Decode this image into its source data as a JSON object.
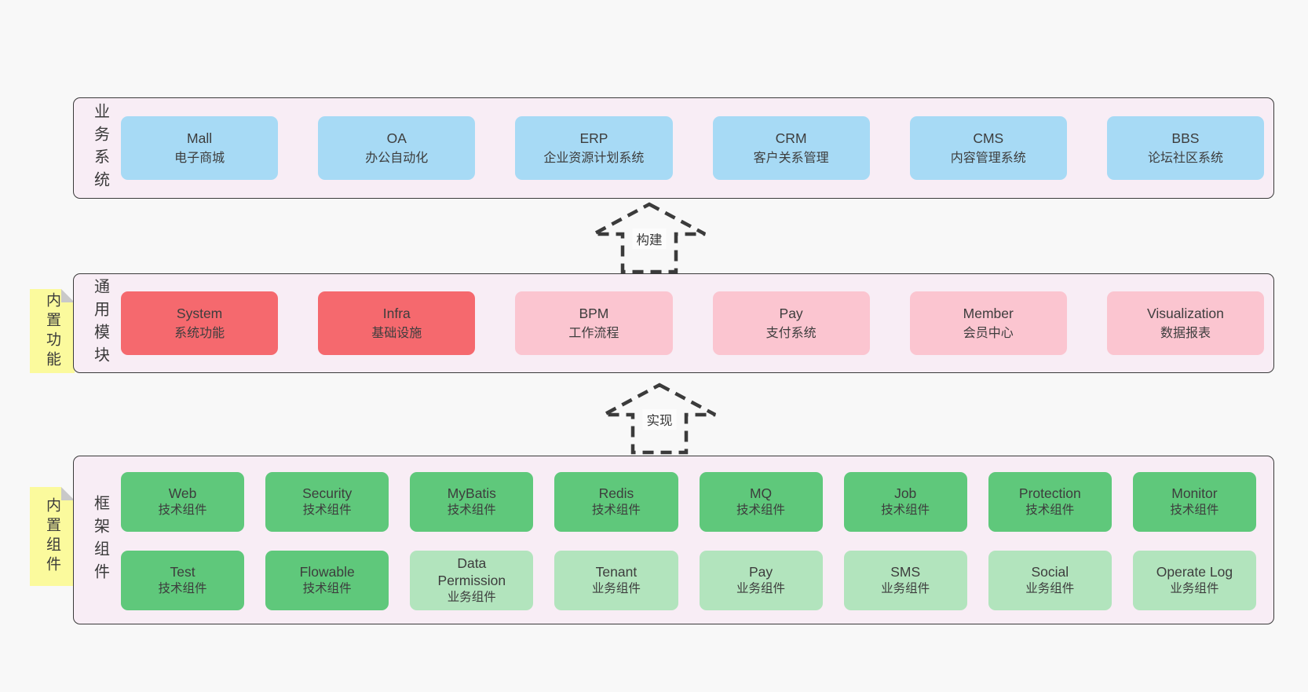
{
  "palette": {
    "page_bg": "#f8f8f8",
    "band_bg": "#f8edf5",
    "band_border": "#3a3a3a",
    "blue": "#a7daf5",
    "red": "#f5696e",
    "pink": "#fbc5d0",
    "green": "#5fc87b",
    "light_green": "#b2e4bd",
    "note_yellow": "#fbfa9d",
    "fold_gray": "#c9c9c9",
    "text": "#3d3d3d"
  },
  "arrows": [
    {
      "label": "构建"
    },
    {
      "label": "实现"
    }
  ],
  "bands": {
    "business": {
      "label": "业务系统",
      "items": [
        {
          "name": "Mall",
          "subtitle": "电子商城",
          "variant": "blue"
        },
        {
          "name": "OA",
          "subtitle": "办公自动化",
          "variant": "blue"
        },
        {
          "name": "ERP",
          "subtitle": "企业资源计划系统",
          "variant": "blue"
        },
        {
          "name": "CRM",
          "subtitle": "客户关系管理",
          "variant": "blue"
        },
        {
          "name": "CMS",
          "subtitle": "内容管理系统",
          "variant": "blue"
        },
        {
          "name": "BBS",
          "subtitle": "论坛社区系统",
          "variant": "blue"
        }
      ]
    },
    "modules": {
      "label": "通用模块",
      "note": "内置功能",
      "items": [
        {
          "name": "System",
          "subtitle": "系统功能",
          "variant": "red"
        },
        {
          "name": "Infra",
          "subtitle": "基础设施",
          "variant": "red"
        },
        {
          "name": "BPM",
          "subtitle": "工作流程",
          "variant": "pink"
        },
        {
          "name": "Pay",
          "subtitle": "支付系统",
          "variant": "pink"
        },
        {
          "name": "Member",
          "subtitle": "会员中心",
          "variant": "pink"
        },
        {
          "name": "Visualization",
          "subtitle": "数据报表",
          "variant": "pink"
        }
      ]
    },
    "components": {
      "label": "框架组件",
      "note": "内置组件",
      "items": [
        {
          "name": "Web",
          "subtitle": "技术组件",
          "variant": "green"
        },
        {
          "name": "Security",
          "subtitle": "技术组件",
          "variant": "green"
        },
        {
          "name": "MyBatis",
          "subtitle": "技术组件",
          "variant": "green"
        },
        {
          "name": "Redis",
          "subtitle": "技术组件",
          "variant": "green"
        },
        {
          "name": "MQ",
          "subtitle": "技术组件",
          "variant": "green"
        },
        {
          "name": "Job",
          "subtitle": "技术组件",
          "variant": "green"
        },
        {
          "name": "Protection",
          "subtitle": "技术组件",
          "variant": "green"
        },
        {
          "name": "Monitor",
          "subtitle": "技术组件",
          "variant": "green"
        },
        {
          "name": "Test",
          "subtitle": "技术组件",
          "variant": "green"
        },
        {
          "name": "Flowable",
          "subtitle": "技术组件",
          "variant": "green"
        },
        {
          "name": "Data\nPermission",
          "subtitle": "业务组件",
          "variant": "lightgreen"
        },
        {
          "name": "Tenant",
          "subtitle": "业务组件",
          "variant": "lightgreen"
        },
        {
          "name": "Pay",
          "subtitle": "业务组件",
          "variant": "lightgreen"
        },
        {
          "name": "SMS",
          "subtitle": "业务组件",
          "variant": "lightgreen"
        },
        {
          "name": "Social",
          "subtitle": "业务组件",
          "variant": "lightgreen"
        },
        {
          "name": "Operate Log",
          "subtitle": "业务组件",
          "variant": "lightgreen"
        }
      ]
    }
  }
}
